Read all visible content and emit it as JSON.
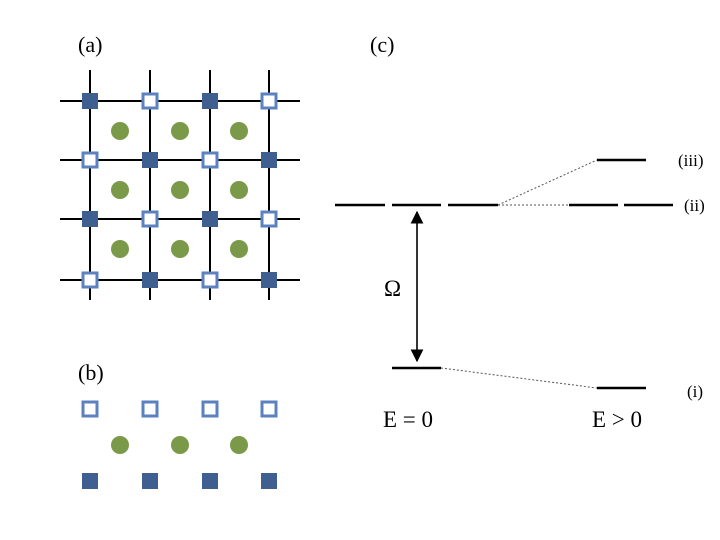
{
  "panels": {
    "a": "(a)",
    "b": "(b)",
    "c": "(c)"
  },
  "energy_diagram": {
    "omega": "Ω",
    "field_zero": "E = 0",
    "field_nonzero": "E > 0",
    "level_iii": "(iii)",
    "level_ii": "(ii)",
    "level_i": "(i)"
  },
  "colors": {
    "filled_square": "#3e5f8f",
    "open_square_stroke": "#5b82bf",
    "circle": "#7a9a4a",
    "line": "#000000"
  }
}
